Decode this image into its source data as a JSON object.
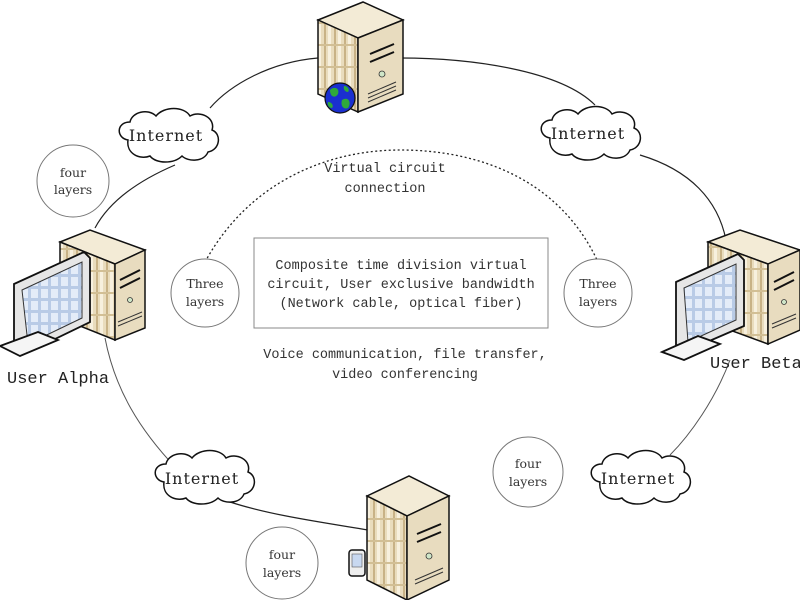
{
  "diagram": {
    "nodes": {
      "server_top": {
        "label": "",
        "type": "server",
        "badge": "globe"
      },
      "server_bottom": {
        "label": "",
        "type": "server",
        "badge": "pda"
      },
      "user_alpha": {
        "label": "User Alpha",
        "type": "workstation"
      },
      "user_beta": {
        "label": "User Beta",
        "type": "workstation"
      }
    },
    "clouds": [
      {
        "id": "cloud_top_left",
        "label": "Internet"
      },
      {
        "id": "cloud_top_right",
        "label": "Internet"
      },
      {
        "id": "cloud_bottom_left",
        "label": "Internet"
      },
      {
        "id": "cloud_bottom_right",
        "label": "Internet"
      }
    ],
    "layer_circles": [
      {
        "id": "circle_top_left",
        "line1": "four",
        "line2": "layers"
      },
      {
        "id": "circle_mid_left",
        "line1": "Three",
        "line2": "layers"
      },
      {
        "id": "circle_mid_right",
        "line1": "Three",
        "line2": "layers"
      },
      {
        "id": "circle_bottom_right",
        "line1": "four",
        "line2": "layers"
      },
      {
        "id": "circle_bottom_left",
        "line1": "four",
        "line2": "layers"
      }
    ],
    "virtual_circuit_label": {
      "line1": "Virtual circuit",
      "line2": "connection"
    },
    "info_box": {
      "line1": "Composite time division virtual",
      "line2": "circuit, User exclusive bandwidth",
      "line3": "(Network cable, optical fiber)"
    },
    "services": {
      "line1": "Voice communication, file transfer,",
      "line2": "video conferencing"
    },
    "colors": {
      "server_beige": "#e8dcc0",
      "server_shade": "#c9b48a",
      "screen_blue": "#c8d8f0",
      "globe_blue": "#1a2fd0",
      "globe_green": "#2faa3a",
      "line": "#222222",
      "circle_stroke": "#777777"
    }
  }
}
